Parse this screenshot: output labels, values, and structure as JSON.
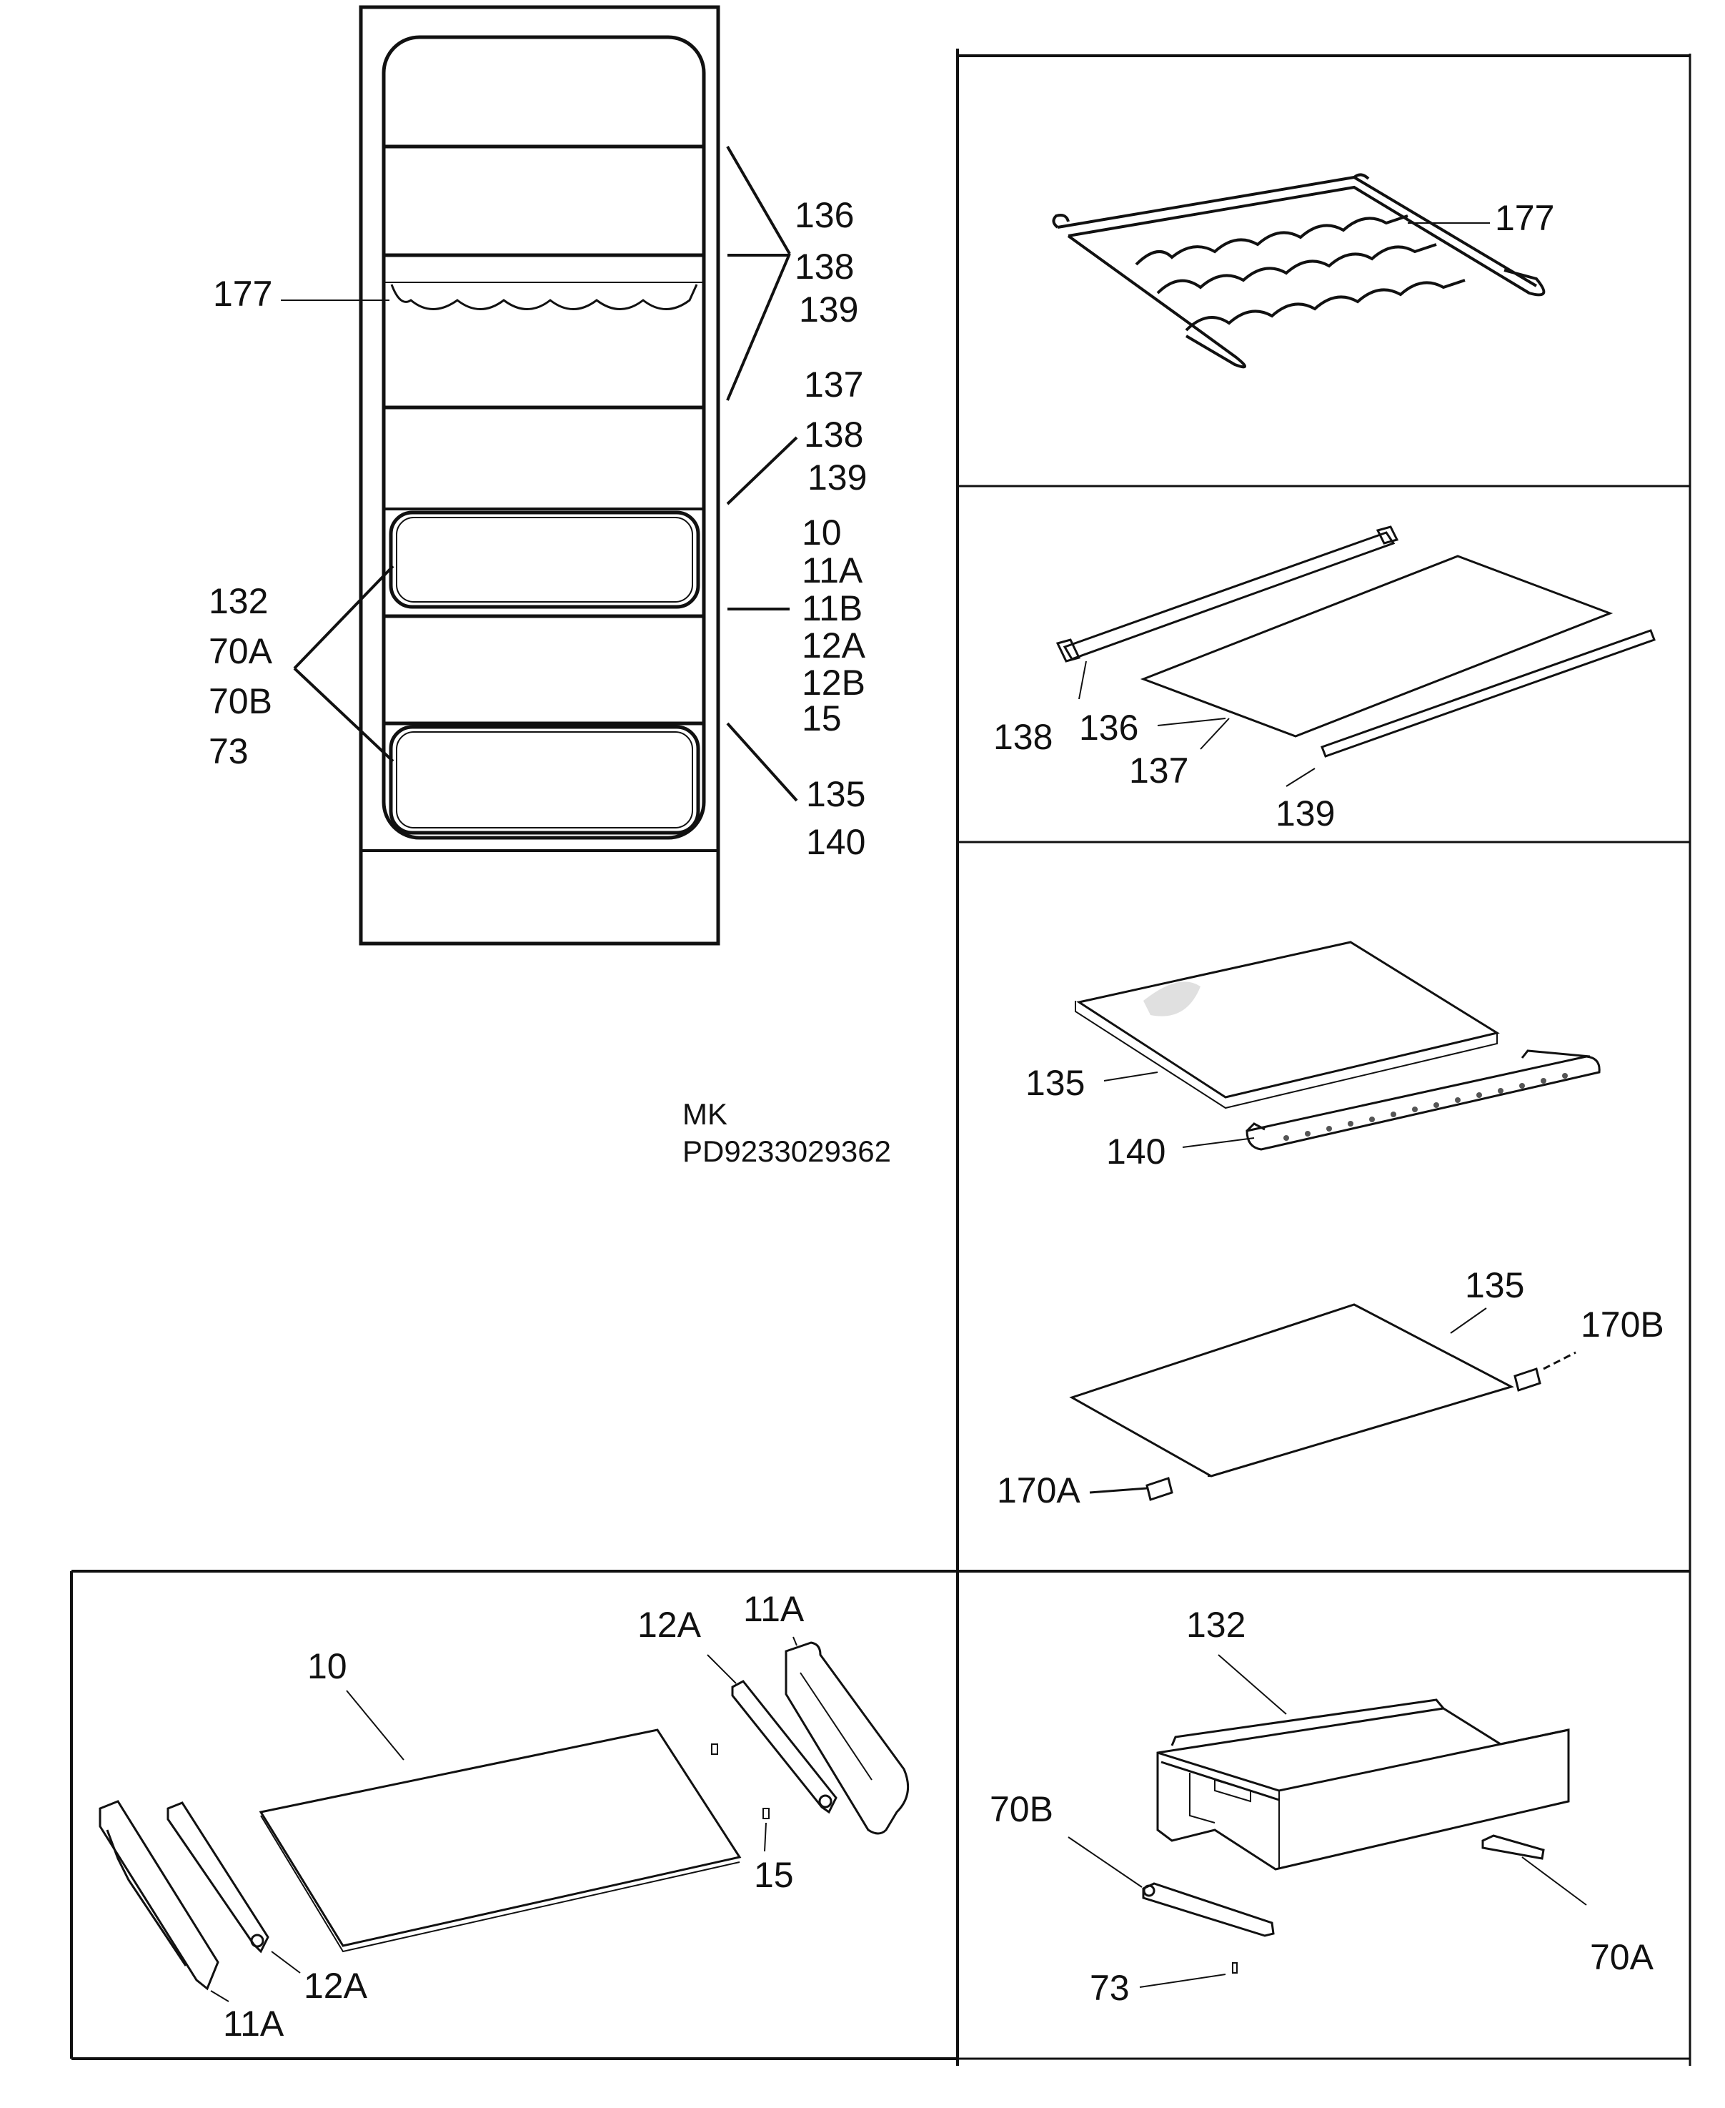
{
  "overview": {
    "left_labels_177": "177",
    "right_group_1": [
      "136",
      "138",
      "139"
    ],
    "right_group_2": [
      "137",
      "138",
      "139"
    ],
    "right_group_3": [
      "10",
      "11A",
      "11B",
      "12A",
      "12B",
      "15"
    ],
    "right_group_4": [
      "135",
      "140"
    ],
    "left_group_drawer": [
      "132",
      "70A",
      "70B",
      "73"
    ]
  },
  "model_code": {
    "line1": "MK",
    "line2": "PD9233029362"
  },
  "panel_wine_rack": {
    "label_177": "177"
  },
  "panel_shelf_glass": {
    "label_138": "138",
    "label_136": "136",
    "label_137": "137",
    "label_139": "139"
  },
  "panel_shelf_135_140": {
    "label_135": "135",
    "label_140": "140"
  },
  "panel_shelf_170": {
    "label_135": "135",
    "label_170B": "170B",
    "label_170A": "170A"
  },
  "panel_slide_shelf": {
    "label_10": "10",
    "label_12A_top": "12A",
    "label_11A_top": "11A",
    "label_15": "15",
    "label_12A_bottom": "12A",
    "label_11A_bottom": "11A"
  },
  "panel_drawer": {
    "label_132": "132",
    "label_70B": "70B",
    "label_70A": "70A",
    "label_73": "73"
  }
}
